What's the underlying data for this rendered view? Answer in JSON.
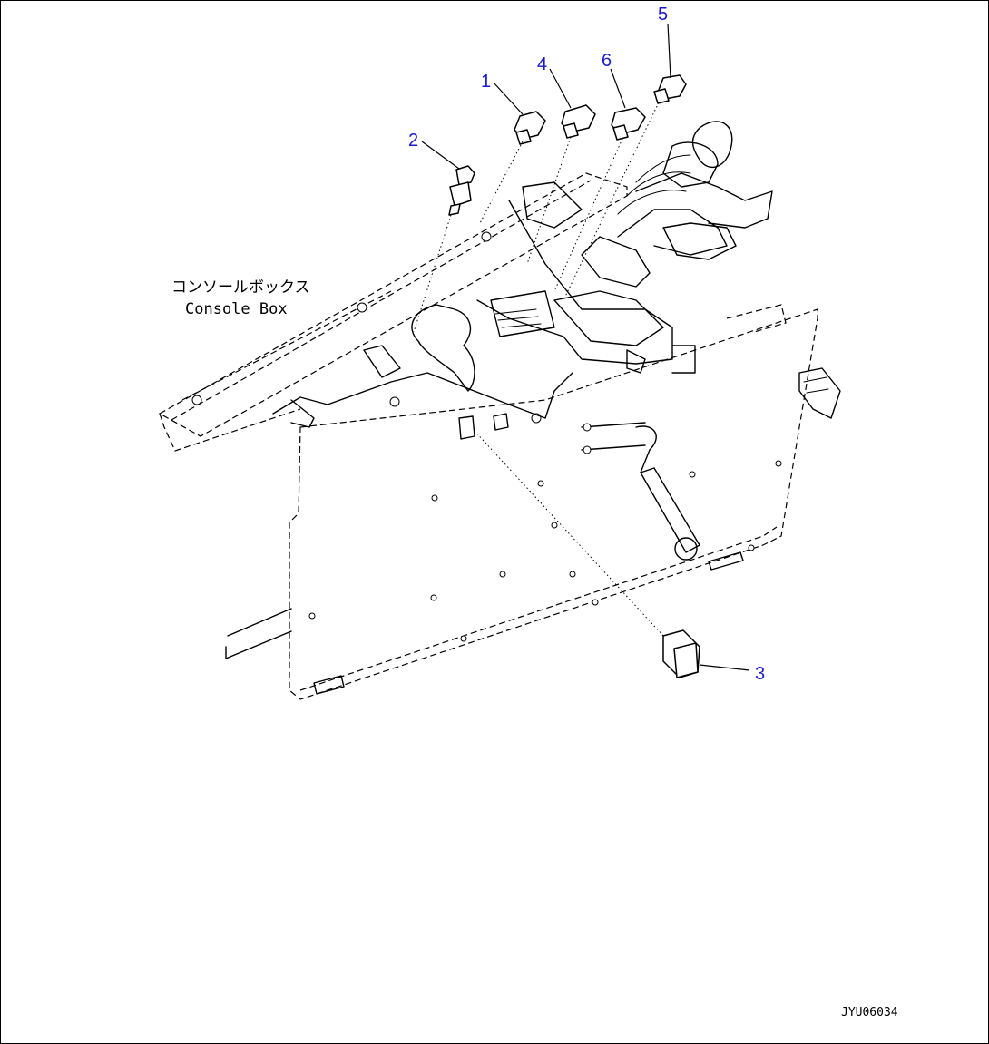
{
  "diagram": {
    "label_jp": "コンソールボックス",
    "label_en": "Console Box",
    "drawing_code": "JYU06034",
    "callouts": [
      {
        "id": "callout-1",
        "text": "1"
      },
      {
        "id": "callout-2",
        "text": "2"
      },
      {
        "id": "callout-3",
        "text": "3"
      },
      {
        "id": "callout-4",
        "text": "4"
      },
      {
        "id": "callout-5",
        "text": "5"
      },
      {
        "id": "callout-6",
        "text": "6"
      }
    ],
    "callout_color": "#1a1acc"
  }
}
